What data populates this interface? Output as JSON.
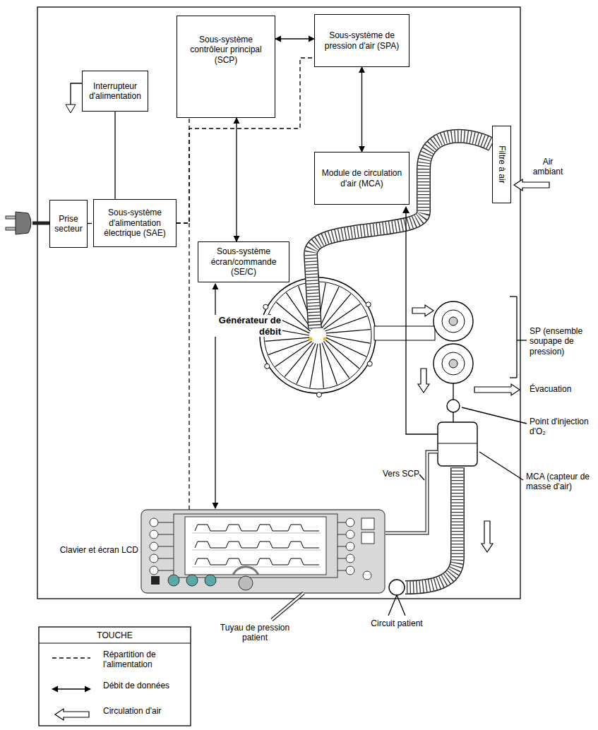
{
  "diagram": {
    "nodes": [
      {
        "text": [
          "Sous-système contrôleur principal (SCP)"
        ]
      },
      {
        "text": [
          "Sous-système de pression d'air (SPA)"
        ]
      },
      {
        "text": [
          "Interrupteur d'alimentation"
        ]
      },
      {
        "text": [
          "Module de circulation d'air (MCA)"
        ]
      },
      {
        "text": [
          "Filtre à air"
        ]
      },
      {
        "text": [
          "Prise secteur"
        ]
      },
      {
        "text": [
          "Sous-système d'alimentation électrique (SAE)"
        ]
      },
      {
        "text": [
          "Sous-système écran/commande (SE/C)"
        ]
      }
    ],
    "edges": [
      {
        "from": 0,
        "to": 1,
        "arrow": "both"
      },
      {
        "from": 1,
        "to": 3,
        "arrow": "both"
      },
      {
        "from": 0,
        "to": 7,
        "arrow": "both"
      },
      {
        "from": 5,
        "to": 6,
        "arrow": "none"
      },
      {
        "from": 2,
        "to": 6,
        "arrow": "none"
      },
      {
        "from": 6,
        "to": 0,
        "arrow": "none"
      },
      {
        "from": 6,
        "to": 1,
        "arrow": "none"
      }
    ],
    "labels": [
      "Air ambiant",
      "Générateur de débit",
      "SP (ensemble soupape de pression)",
      "Évacuation",
      "Point d'injection d'O₂",
      "Vers SCP",
      "MCA (capteur de masse d'air)",
      "Clavier et écran LCD",
      "Tuyau de pression patient",
      "Circuit patient",
      "TOUCHE"
    ],
    "legend": [
      {
        "text": "Répartition de l'alimentation"
      },
      {
        "text": "Débit de données"
      },
      {
        "text": "Circulation d'air"
      }
    ]
  }
}
